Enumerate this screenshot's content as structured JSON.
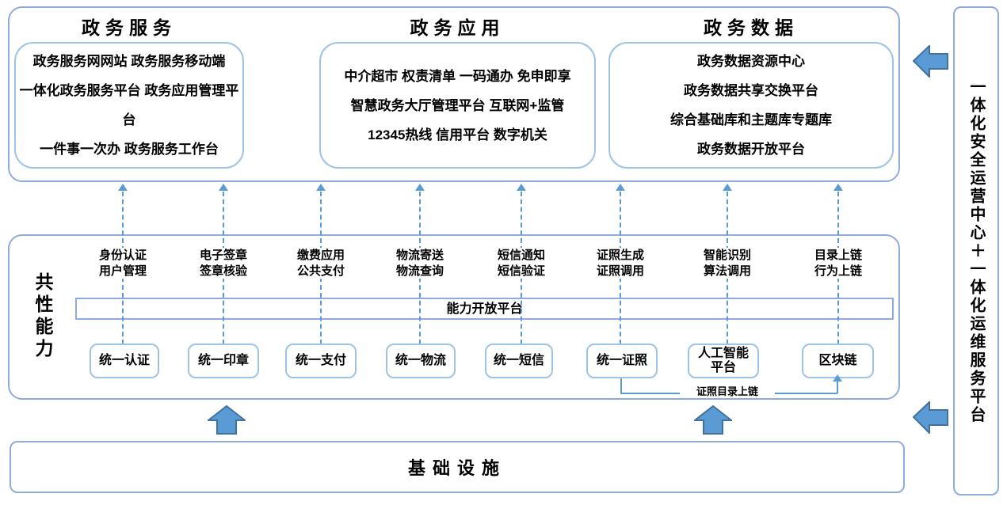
{
  "top_sections": [
    {
      "title": "政务服务",
      "lines": [
        "政务服务网网站 政务服务移动端",
        "一体化政务服务平台 政务应用管理平台",
        "一件事一次办 政务服务工作台"
      ]
    },
    {
      "title": "政务应用",
      "lines": [
        "中介超市 权责清单 一码通办 免申即享",
        "智慧政务大厅管理平台 互联网+监管",
        "12345热线 信用平台 数字机关"
      ]
    },
    {
      "title": "政务数据",
      "lines": [
        "政务数据资源中心",
        "政务数据共享交换平台",
        "综合基础库和主题库专题库",
        "政务数据开放平台"
      ]
    }
  ],
  "sidebar": {
    "label": "一体化安全运营中心＋一体化运维服务平台"
  },
  "common_capabilities": {
    "label": "共性能力",
    "platform_bar": "能力开放平台",
    "columns": [
      {
        "line1": "身份认证",
        "line2": "用户管理",
        "box": "统一认证"
      },
      {
        "line1": "电子签章",
        "line2": "签章核验",
        "box": "统一印章"
      },
      {
        "line1": "缴费应用",
        "line2": "公共支付",
        "box": "统一支付"
      },
      {
        "line1": "物流寄送",
        "line2": "物流查询",
        "box": "统一物流"
      },
      {
        "line1": "短信通知",
        "line2": "短信验证",
        "box": "统一短信"
      },
      {
        "line1": "证照生成",
        "line2": "证照调用",
        "box": "统一证照"
      },
      {
        "line1": "智能识别",
        "line2": "算法调用",
        "box": "人工智能\n平台"
      },
      {
        "line1": "目录上链",
        "line2": "行为上链",
        "box": "区块链"
      }
    ],
    "connector_label": "证照目录上链"
  },
  "infrastructure": {
    "label": "基础设施"
  },
  "colors": {
    "container_border": "#8FAADC",
    "inner_border": "#9DC3E6",
    "dash_blue": "#5B9BD5",
    "arrow_fill": "#5B9BD5",
    "arrow_stroke": "#41719C",
    "text_color": "#000000"
  }
}
